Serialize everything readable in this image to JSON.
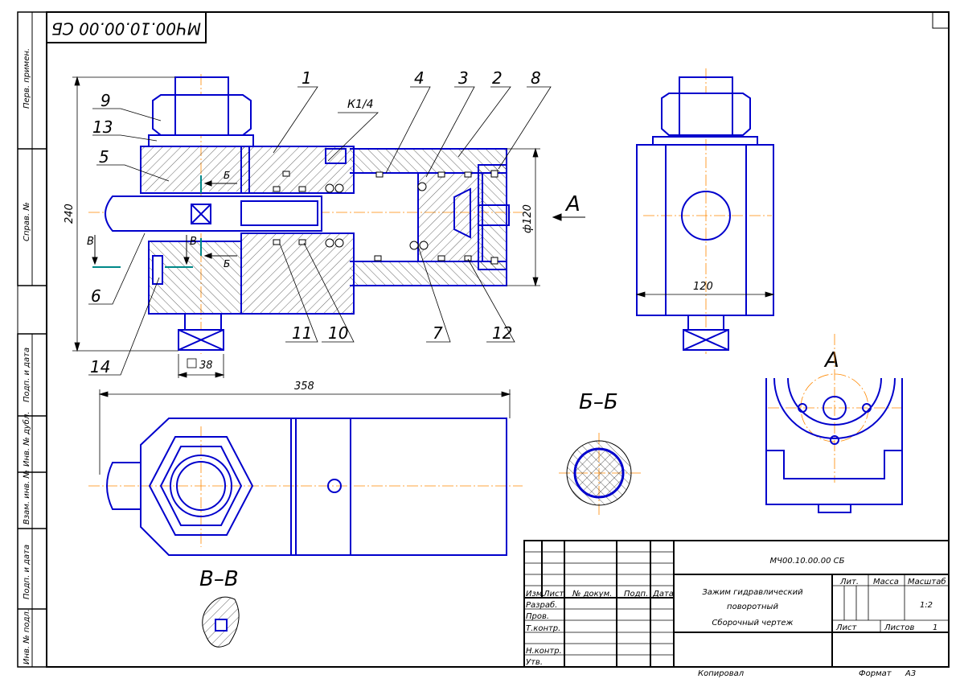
{
  "document": {
    "code_mirrored": "МЧ00.10.00.00 СБ",
    "code": "МЧ00.10.00.00 СБ",
    "title_line1": "Зажим гидравлический",
    "title_line2": "поворотный",
    "doc_type": "Сборочный чертеж",
    "scale": "1:2",
    "sheet_num": "1",
    "copied_label": "Копировал",
    "format_label": "Формат",
    "format_value": "А3"
  },
  "left_margin": {
    "perv_primen": "Перв. примен.",
    "sprav_no": "Справ. №",
    "podp_data_1": "Подп. и дата",
    "inv_dubl": "Инв. № дубл.",
    "vzam_inv": "Взам. инв. №",
    "podp_data_2": "Подп. и дата",
    "inv_podl": "Инв. № подл."
  },
  "title_block": {
    "col_izm": "Изм.",
    "col_list": "Лист",
    "col_dokum": "№ докум.",
    "col_podp": "Подп.",
    "col_data": "Дата",
    "row_razrab": "Разраб.",
    "row_prov": "Пров.",
    "row_tkontr": "Т.контр.",
    "row_nkontr": "Н.контр.",
    "row_utv": "Утв.",
    "lit": "Лит.",
    "massa": "Масса",
    "masshtab": "Масштаб",
    "list": "Лист",
    "listov": "Листов"
  },
  "callouts": [
    "1",
    "2",
    "3",
    "4",
    "5",
    "6",
    "7",
    "8",
    "9",
    "10",
    "11",
    "12",
    "13",
    "14"
  ],
  "thread_label": "К1/4",
  "dimensions": {
    "height": "240",
    "diameter": "ф120",
    "width_side": "120",
    "square": "38",
    "length": "358"
  },
  "view_labels": {
    "view_a_arrow": "А",
    "view_a": "А",
    "section_bb": "Б–Б",
    "section_vv": "В–В",
    "cut_b": "Б",
    "cut_v": "В"
  },
  "colors": {
    "line": "#0000cc",
    "axis": "#ff8800",
    "cut": "#008888",
    "frame": "#000000"
  }
}
